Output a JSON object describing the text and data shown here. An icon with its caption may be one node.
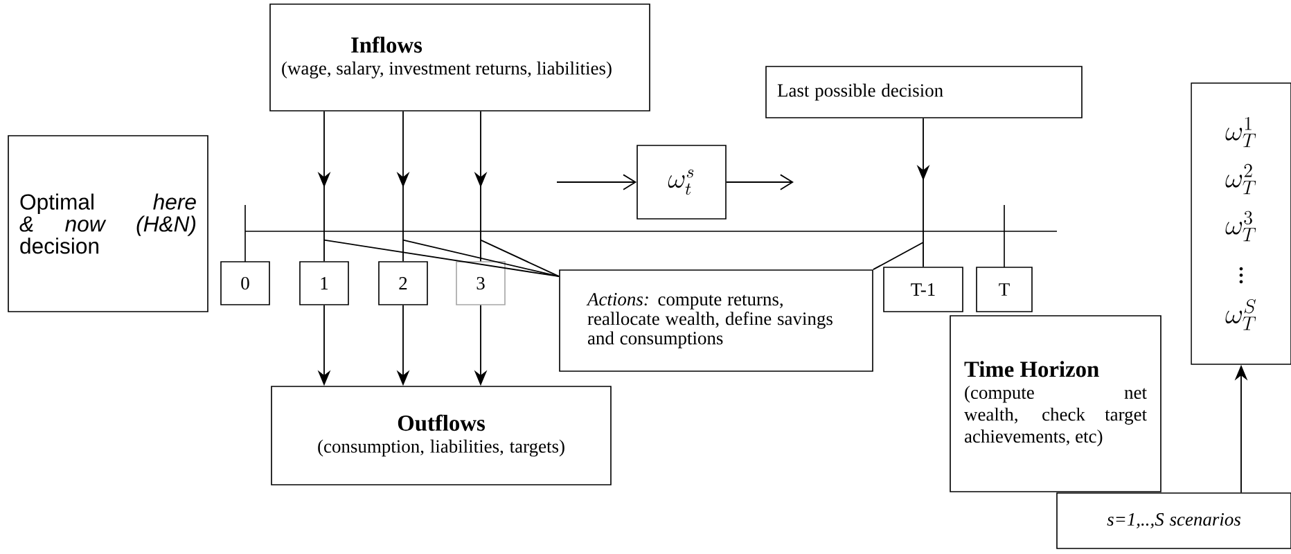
{
  "diagram": {
    "nodes": [
      {
        "text": [
          "Optimal *here & now (H&N)* decision"
        ]
      },
      {
        "text": [
          "Inflows",
          "(wage, salary, investment returns, liabilities)"
        ]
      },
      {
        "text": [
          "Last possible decision"
        ]
      },
      {
        "text": [
          "\\omega_t^s"
        ]
      },
      {
        "text": [
          "0"
        ]
      },
      {
        "text": [
          "1"
        ]
      },
      {
        "text": [
          "2"
        ]
      },
      {
        "text": [
          "3"
        ]
      },
      {
        "text": [
          "T-1"
        ]
      },
      {
        "text": [
          "T"
        ]
      },
      {
        "text": [
          "*Actions:* compute returns, reallocate wealth, define savings and consumptions"
        ]
      },
      {
        "text": [
          "Outflows",
          "(consumption, liabilities, targets)"
        ]
      },
      {
        "text": [
          "Time Horizon",
          "(compute net wealth, check target achievements, etc)"
        ]
      },
      {
        "text": [
          "\\omega_T^1",
          "\\omega_T^2",
          "\\omega_T^3",
          "\\vdots",
          "\\omega_T^S"
        ]
      },
      {
        "text": [
          "s=1,..,S   scenarios"
        ]
      }
    ],
    "edges": [
      {
        "from": 1,
        "to": 5,
        "arrow": "to"
      },
      {
        "from": 1,
        "to": 6,
        "arrow": "to"
      },
      {
        "from": 1,
        "to": 7,
        "arrow": "to"
      },
      {
        "from": 5,
        "to": 11,
        "arrow": "to"
      },
      {
        "from": 6,
        "to": 11,
        "arrow": "to"
      },
      {
        "from": 7,
        "to": 11,
        "arrow": "to"
      },
      {
        "from": 10,
        "to": 5,
        "arrow": "none"
      },
      {
        "from": 10,
        "to": 6,
        "arrow": "none"
      },
      {
        "from": 10,
        "to": 7,
        "arrow": "none"
      },
      {
        "from": 10,
        "to": 8,
        "arrow": "none"
      },
      {
        "from": 2,
        "to": 8,
        "arrow": "to"
      },
      {
        "from": null,
        "to": 3,
        "arrow": "to"
      },
      {
        "from": 3,
        "to": null,
        "arrow": "to"
      },
      {
        "from": 14,
        "to": 13,
        "arrow": "to"
      }
    ]
  }
}
